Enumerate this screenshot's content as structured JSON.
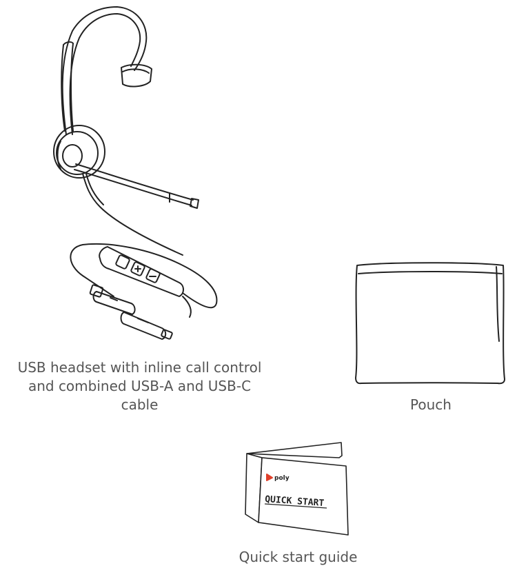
{
  "items": [
    {
      "caption": "USB headset with inline call control and combined USB-A and USB-C cable",
      "icon": "headset-icon"
    },
    {
      "caption": "Pouch",
      "icon": "pouch-icon"
    },
    {
      "caption": "Quick start guide",
      "icon": "quick-start-guide-icon",
      "cover": {
        "brand": "poly",
        "title": "QUICK START"
      }
    }
  ],
  "colors": {
    "line": "#222222",
    "caption_text": "#555555",
    "brand_accent": "#e0402b"
  }
}
